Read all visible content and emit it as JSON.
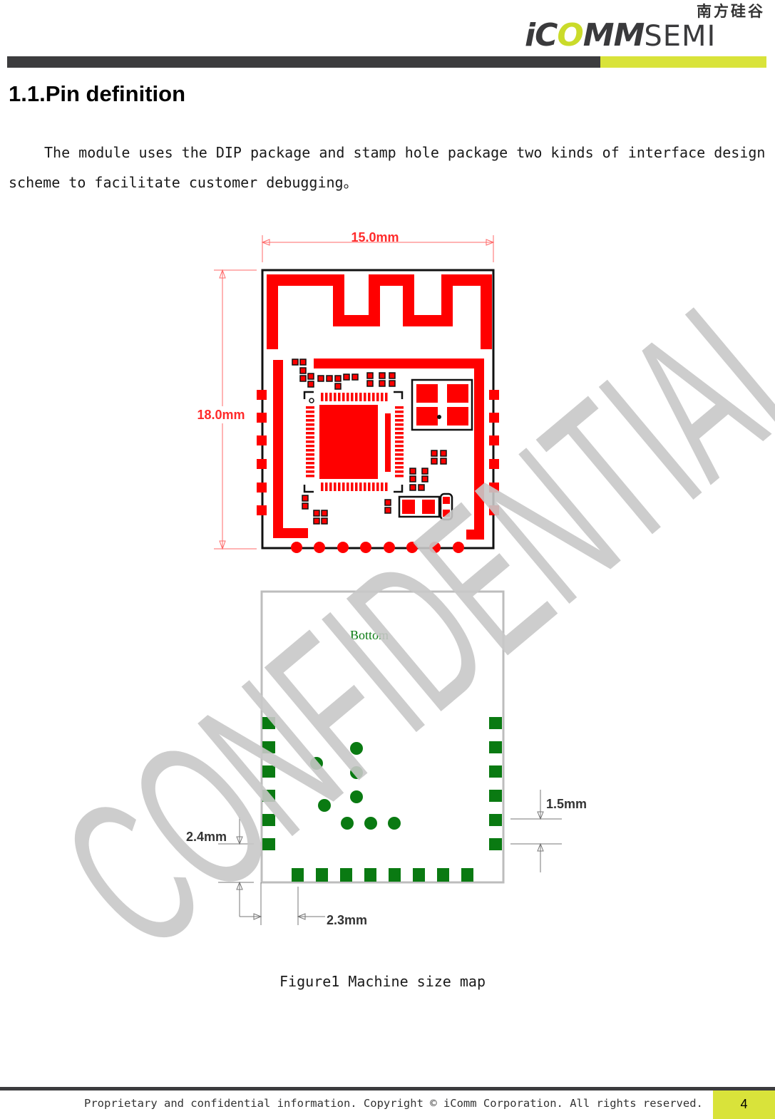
{
  "header": {
    "logo_cn": "南方硅谷",
    "logo_main_i": "i",
    "logo_main_co": "C",
    "logo_main_o": "O",
    "logo_main_mm": "MM",
    "logo_main_semi": "SEMI"
  },
  "section": {
    "title": "1.1.Pin definition",
    "paragraph_line1": "The module uses the DIP package and stamp hole package two kinds of interface design",
    "paragraph_line2": "scheme to facilitate customer debugging。"
  },
  "figure": {
    "dim_width": "15.0mm",
    "dim_height": "18.0mm",
    "bottom_label": "Bottom",
    "dim_pad_pitch": "1.5mm",
    "dim_edge_v": "2.4mm",
    "dim_edge_h": "2.3mm",
    "caption": "Figure1 Machine size map",
    "watermark": "CONFIDENTIAL",
    "colors": {
      "top_copper": "#ff0000",
      "bottom_pads": "#0a7a12",
      "dimension": "#ff4040",
      "outline": "#111111"
    }
  },
  "footer": {
    "copyright": "Proprietary and confidential information. Copyright © iComm Corporation. All rights reserved.",
    "page_number": "4"
  }
}
